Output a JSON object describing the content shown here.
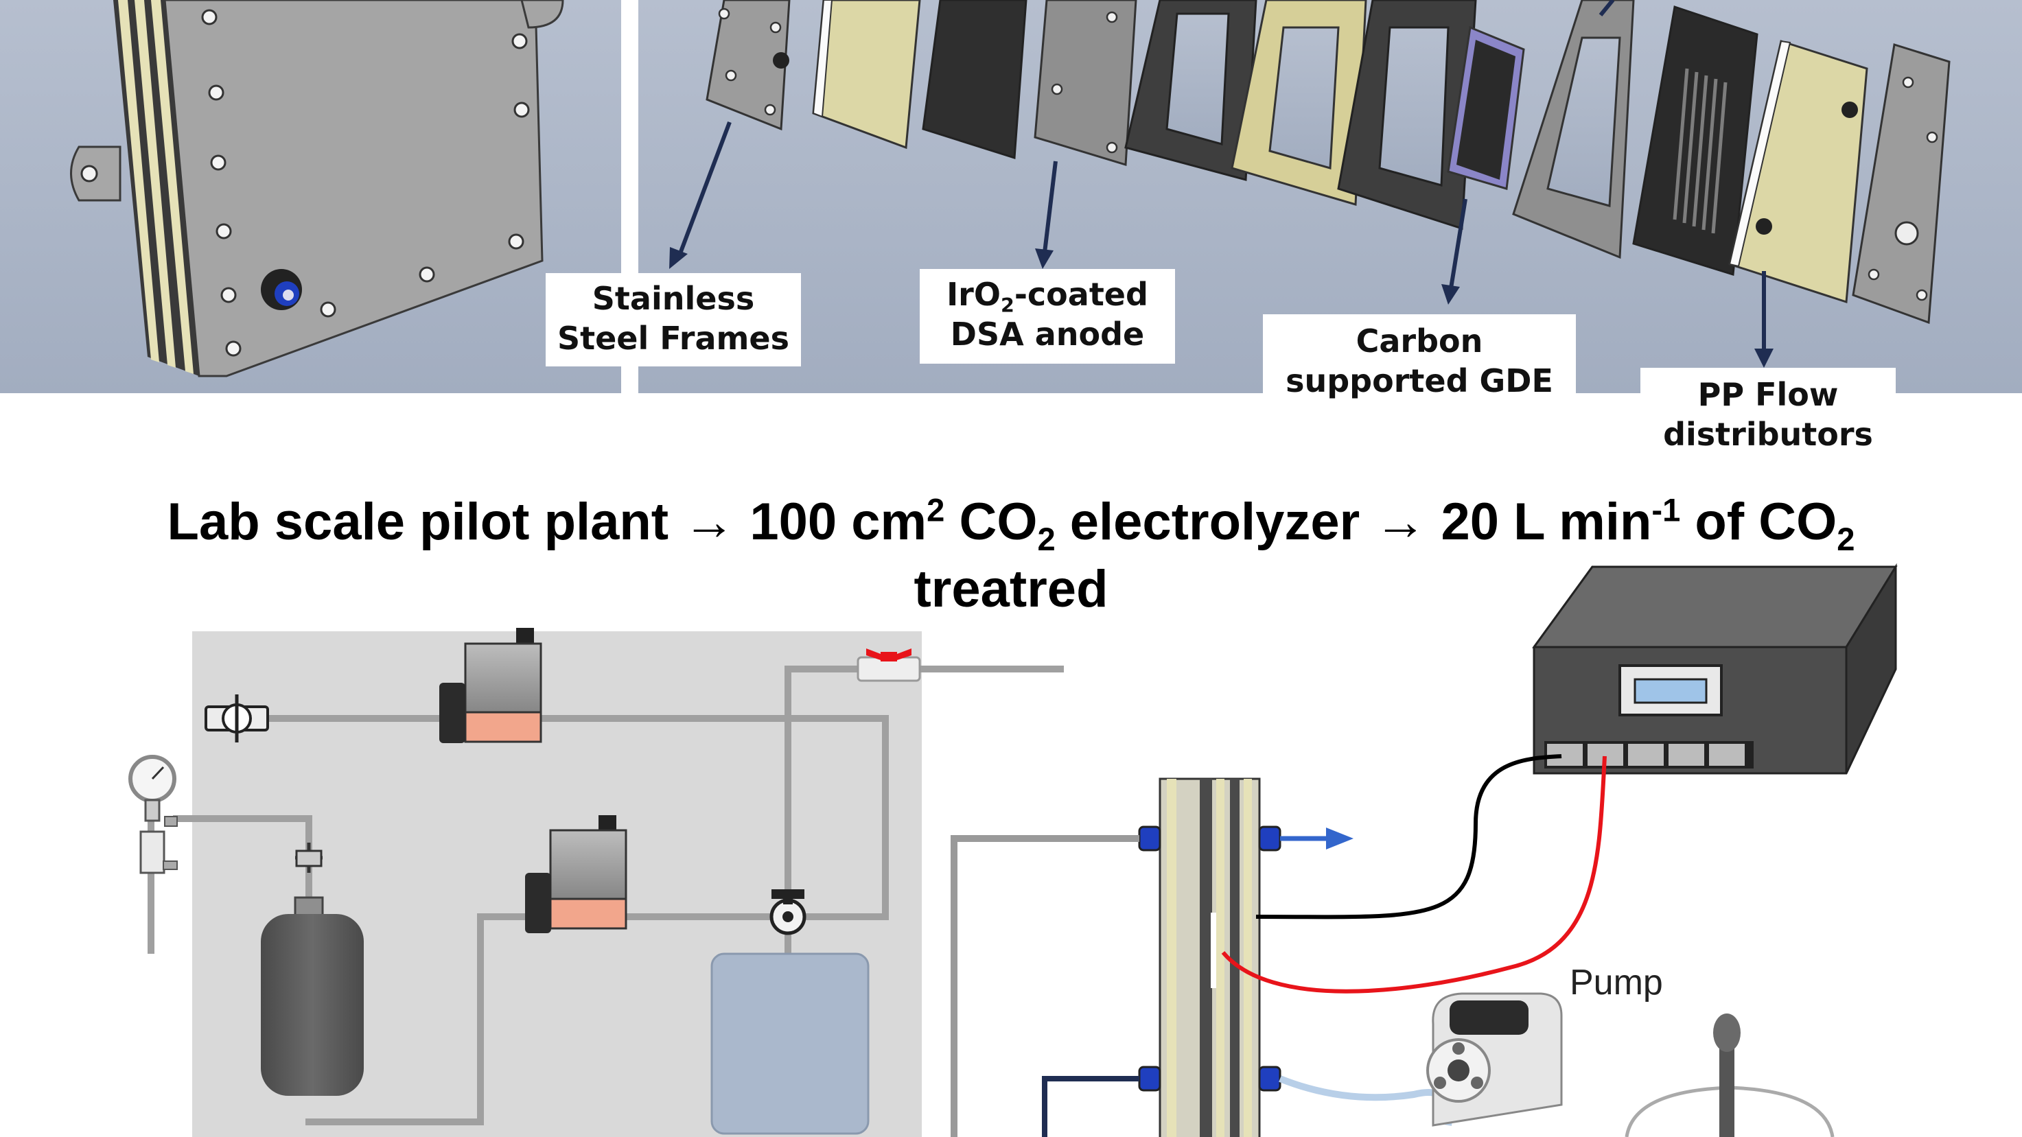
{
  "labels": {
    "frames_1": "Stainless",
    "frames_2": "Steel Frames",
    "anode_pre": "IrO",
    "anode_sub": "2",
    "anode_post": "-coated",
    "anode_2": "DSA anode",
    "gde_1": "Carbon",
    "gde_2": "supported GDE",
    "pp_1": "PP Flow",
    "pp_2": "distributors"
  },
  "headline": {
    "a": "Lab scale pilot plant → 100 cm",
    "a_sup": "2",
    "b": " CO",
    "b_sub": "2",
    "c": " electrolyzer → 20 L min",
    "c_sup": "-1",
    "d": " of CO",
    "d_sub": "2",
    "line2": "treatred"
  },
  "pump_label": "Pump",
  "colors": {
    "render_bg": "#a9b4c6",
    "plate_grey": "#9a9a9a",
    "plate_dark": "#333333",
    "plate_yellow": "#e6e2b8",
    "panel_grey": "#d9d9d9",
    "pipe_grey": "#a0a0a0",
    "tank_dark": "#595959",
    "tank_blue": "#aab8cc",
    "power_box": "#4d4d4d",
    "display": "#9fc4e8",
    "wire_red": "#e8141a",
    "wire_black": "#000000",
    "arrow_navy": "#1f2d52",
    "arrow_blue": "#3366cc",
    "tube_blue": "#b8cfe8"
  }
}
